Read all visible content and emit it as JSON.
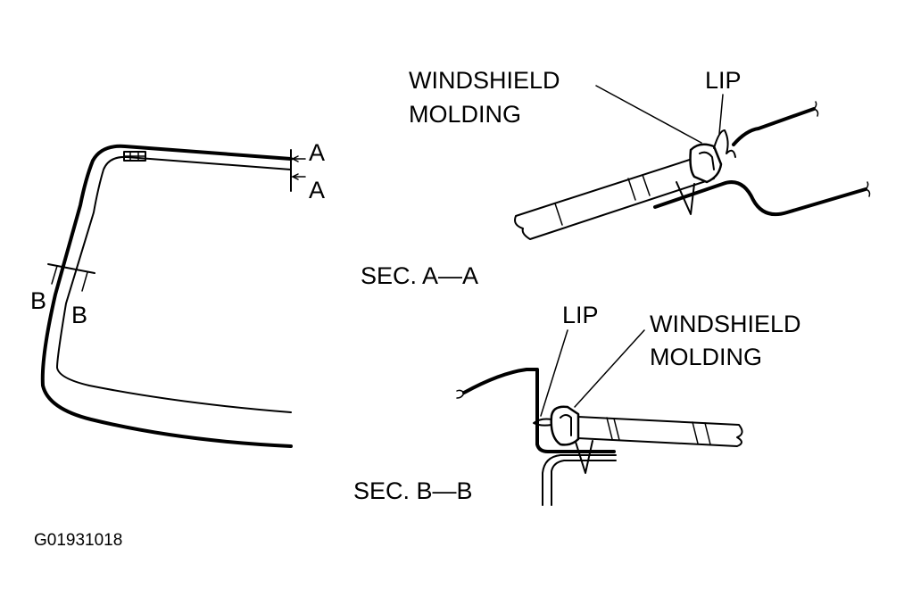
{
  "labels": {
    "section_marker_a_top": "A",
    "section_marker_a_bottom": "A",
    "section_marker_b_left": "B",
    "section_marker_b_right": "B",
    "sec_aa": {
      "molding_line1": "WINDSHIELD",
      "molding_line2": "MOLDING",
      "lip": "LIP",
      "caption": "SEC. A—A"
    },
    "sec_bb": {
      "molding_line1": "WINDSHIELD",
      "molding_line2": "MOLDING",
      "lip": "LIP",
      "caption": "SEC. B—B"
    },
    "figure_code": "G01931018"
  }
}
